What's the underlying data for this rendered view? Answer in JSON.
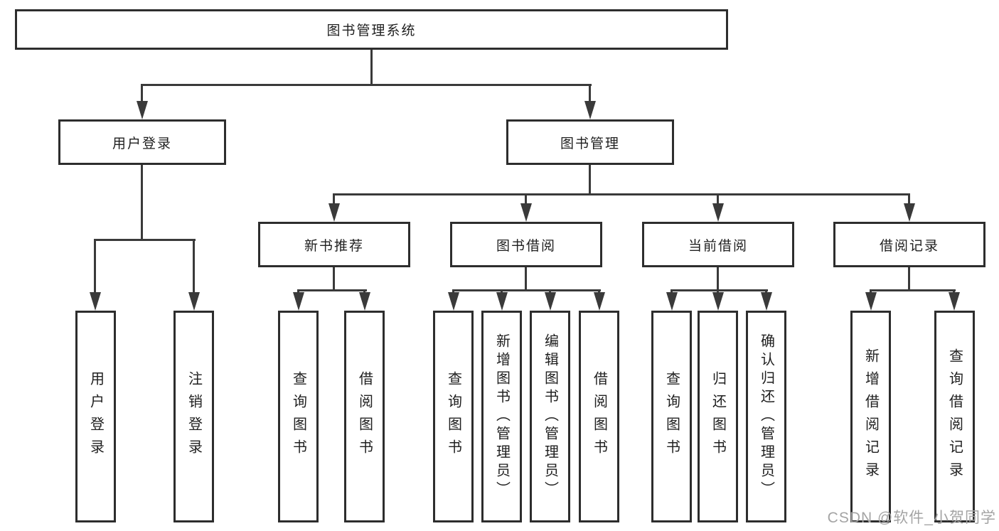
{
  "diagram": {
    "title": "图书管理系统",
    "level2": [
      {
        "label": "用户登录"
      },
      {
        "label": "图书管理"
      }
    ],
    "level3": [
      {
        "label": "新书推荐"
      },
      {
        "label": "图书借阅"
      },
      {
        "label": "当前借阅"
      },
      {
        "label": "借阅记录"
      }
    ],
    "leaves": {
      "user_login": [
        "用户登录",
        "注销登录"
      ],
      "new_book_recommend": [
        "查询图书",
        "借阅图书"
      ],
      "book_borrowing": [
        "查询图书",
        "新增图书（管理员）",
        "编辑图书（管理员）",
        "借阅图书"
      ],
      "current_borrowing": [
        "查询图书",
        "归还图书",
        "确认归还（管理员）"
      ],
      "borrow_records": [
        "新增借阅记录",
        "查询借阅记录"
      ]
    }
  },
  "watermark": {
    "text": "CSDN @软件_小贺同学"
  },
  "colors": {
    "line": "#3a3a3a",
    "box_border": "#2d2d2d",
    "box_fill": "#ffffff",
    "text": "#1f1f1f",
    "watermark": "#a4a4a4",
    "background": "#ffffff"
  }
}
